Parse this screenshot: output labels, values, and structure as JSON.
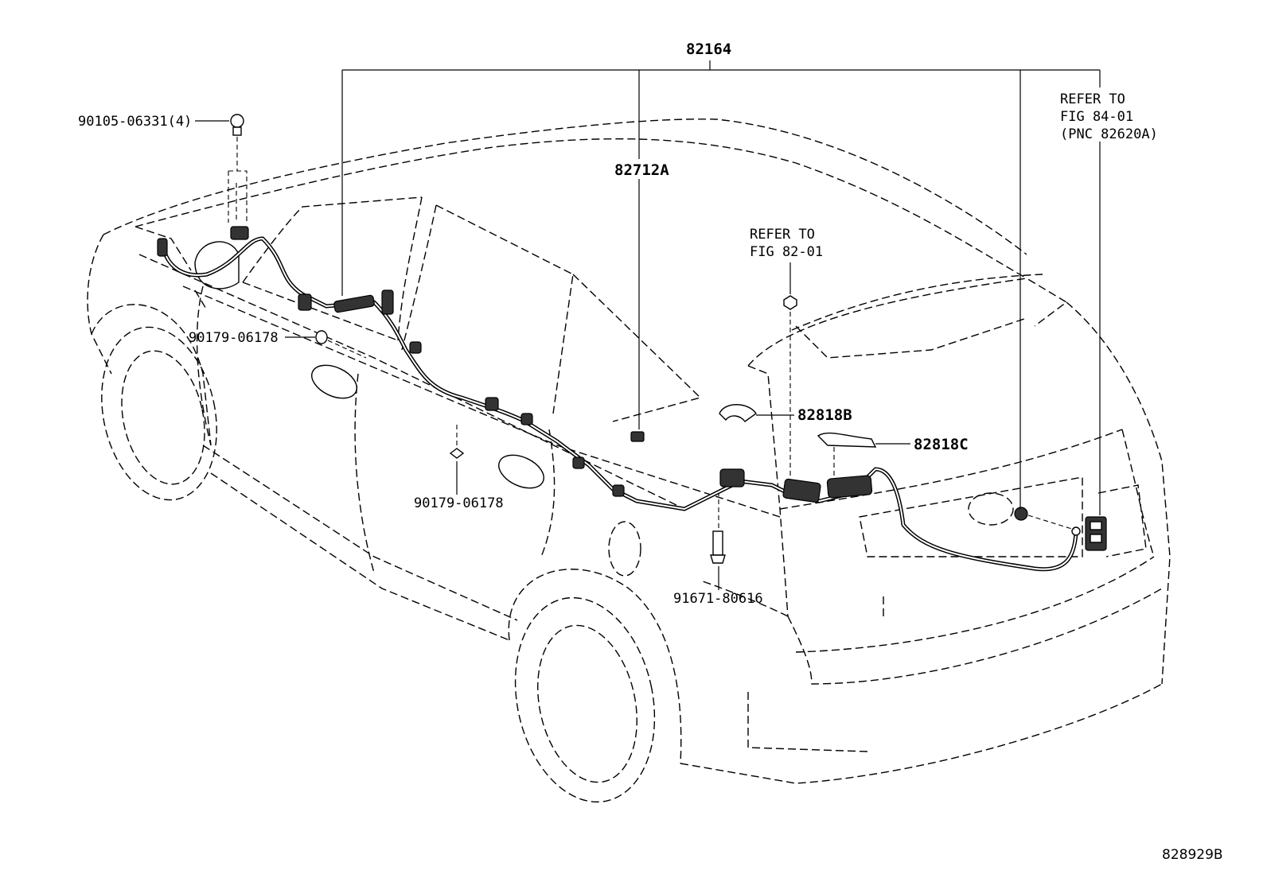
{
  "diagram": {
    "figure_id": "828929B",
    "labels": {
      "p82164": "82164",
      "p82712A": "82712A",
      "p90105": "90105-06331(4)",
      "p90179_a": "90179-06178",
      "p90179_b": "90179-06178",
      "p82818B": "82818B",
      "p82818C": "82818C",
      "p91671": "91671-80616"
    },
    "refer_fig_82": [
      "REFER TO",
      "FIG 82-01"
    ],
    "refer_fig_84": [
      "REFER TO",
      "FIG 84-01",
      "(PNC 82620A)"
    ]
  }
}
